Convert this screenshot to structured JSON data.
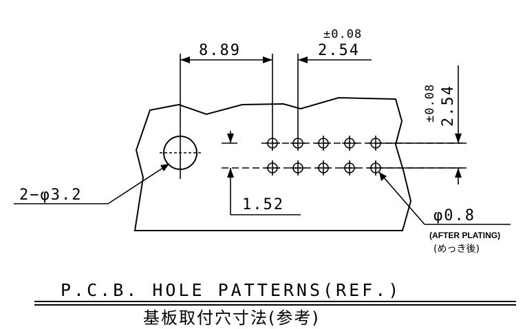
{
  "dimensions": {
    "hole_spacing_offset": "8.89",
    "pitch_tolerance_horizontal": "±0.08",
    "pitch_horizontal": "2.54",
    "pitch_tolerance_vertical": "±0.08",
    "pitch_vertical": "2.54",
    "row_offset": "1.52"
  },
  "callouts": {
    "mounting_hole": "2−φ3.2",
    "signal_hole": "φ0.8",
    "after_plating": "(AFTER PLATING)",
    "after_plating_jp": "(めっき後)"
  },
  "title": {
    "english": "P.C.B. HOLE PATTERNS(REF.)",
    "japanese": "基板取付穴寸法(参考)"
  }
}
